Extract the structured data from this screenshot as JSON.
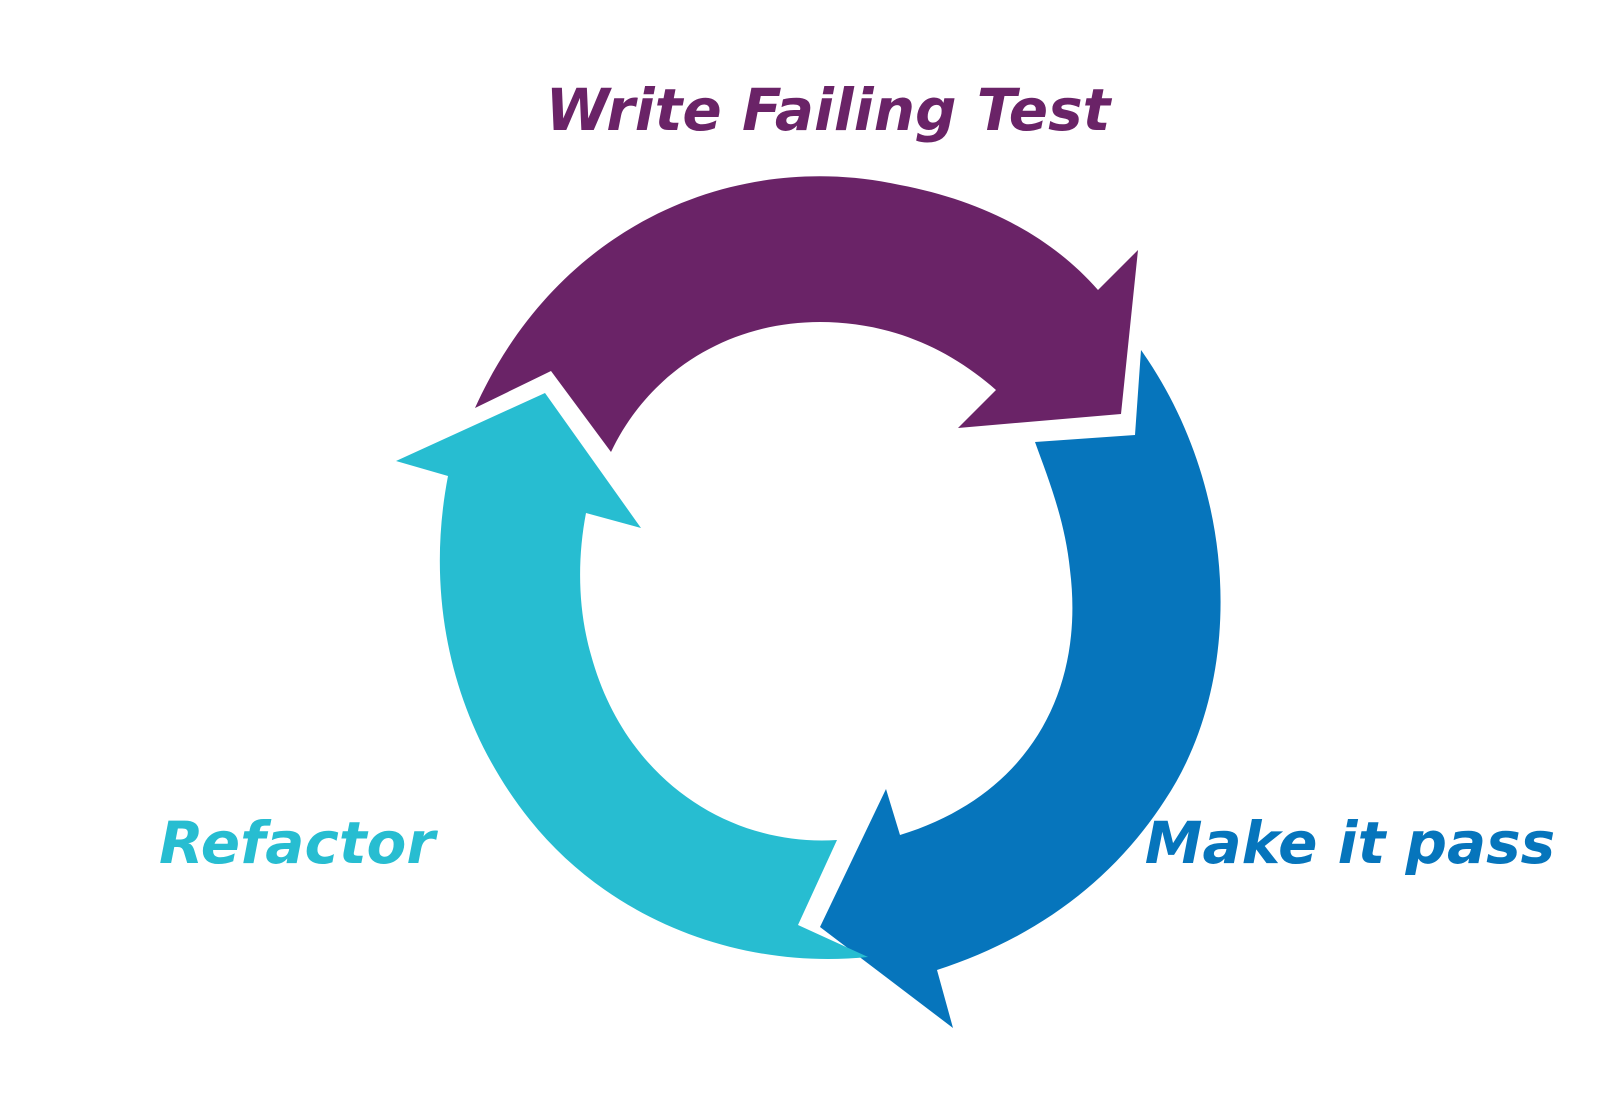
{
  "colors": {
    "background": "#ffffff",
    "write_failing_test": "#6a2367",
    "make_it_pass": "#0675bc",
    "refactor": "#27bdd1"
  },
  "stages": [
    {
      "id": "write-failing-test",
      "label": "Write Failing Test"
    },
    {
      "id": "make-it-pass",
      "label": "Make it pass"
    },
    {
      "id": "refactor",
      "label": "Refactor"
    }
  ]
}
